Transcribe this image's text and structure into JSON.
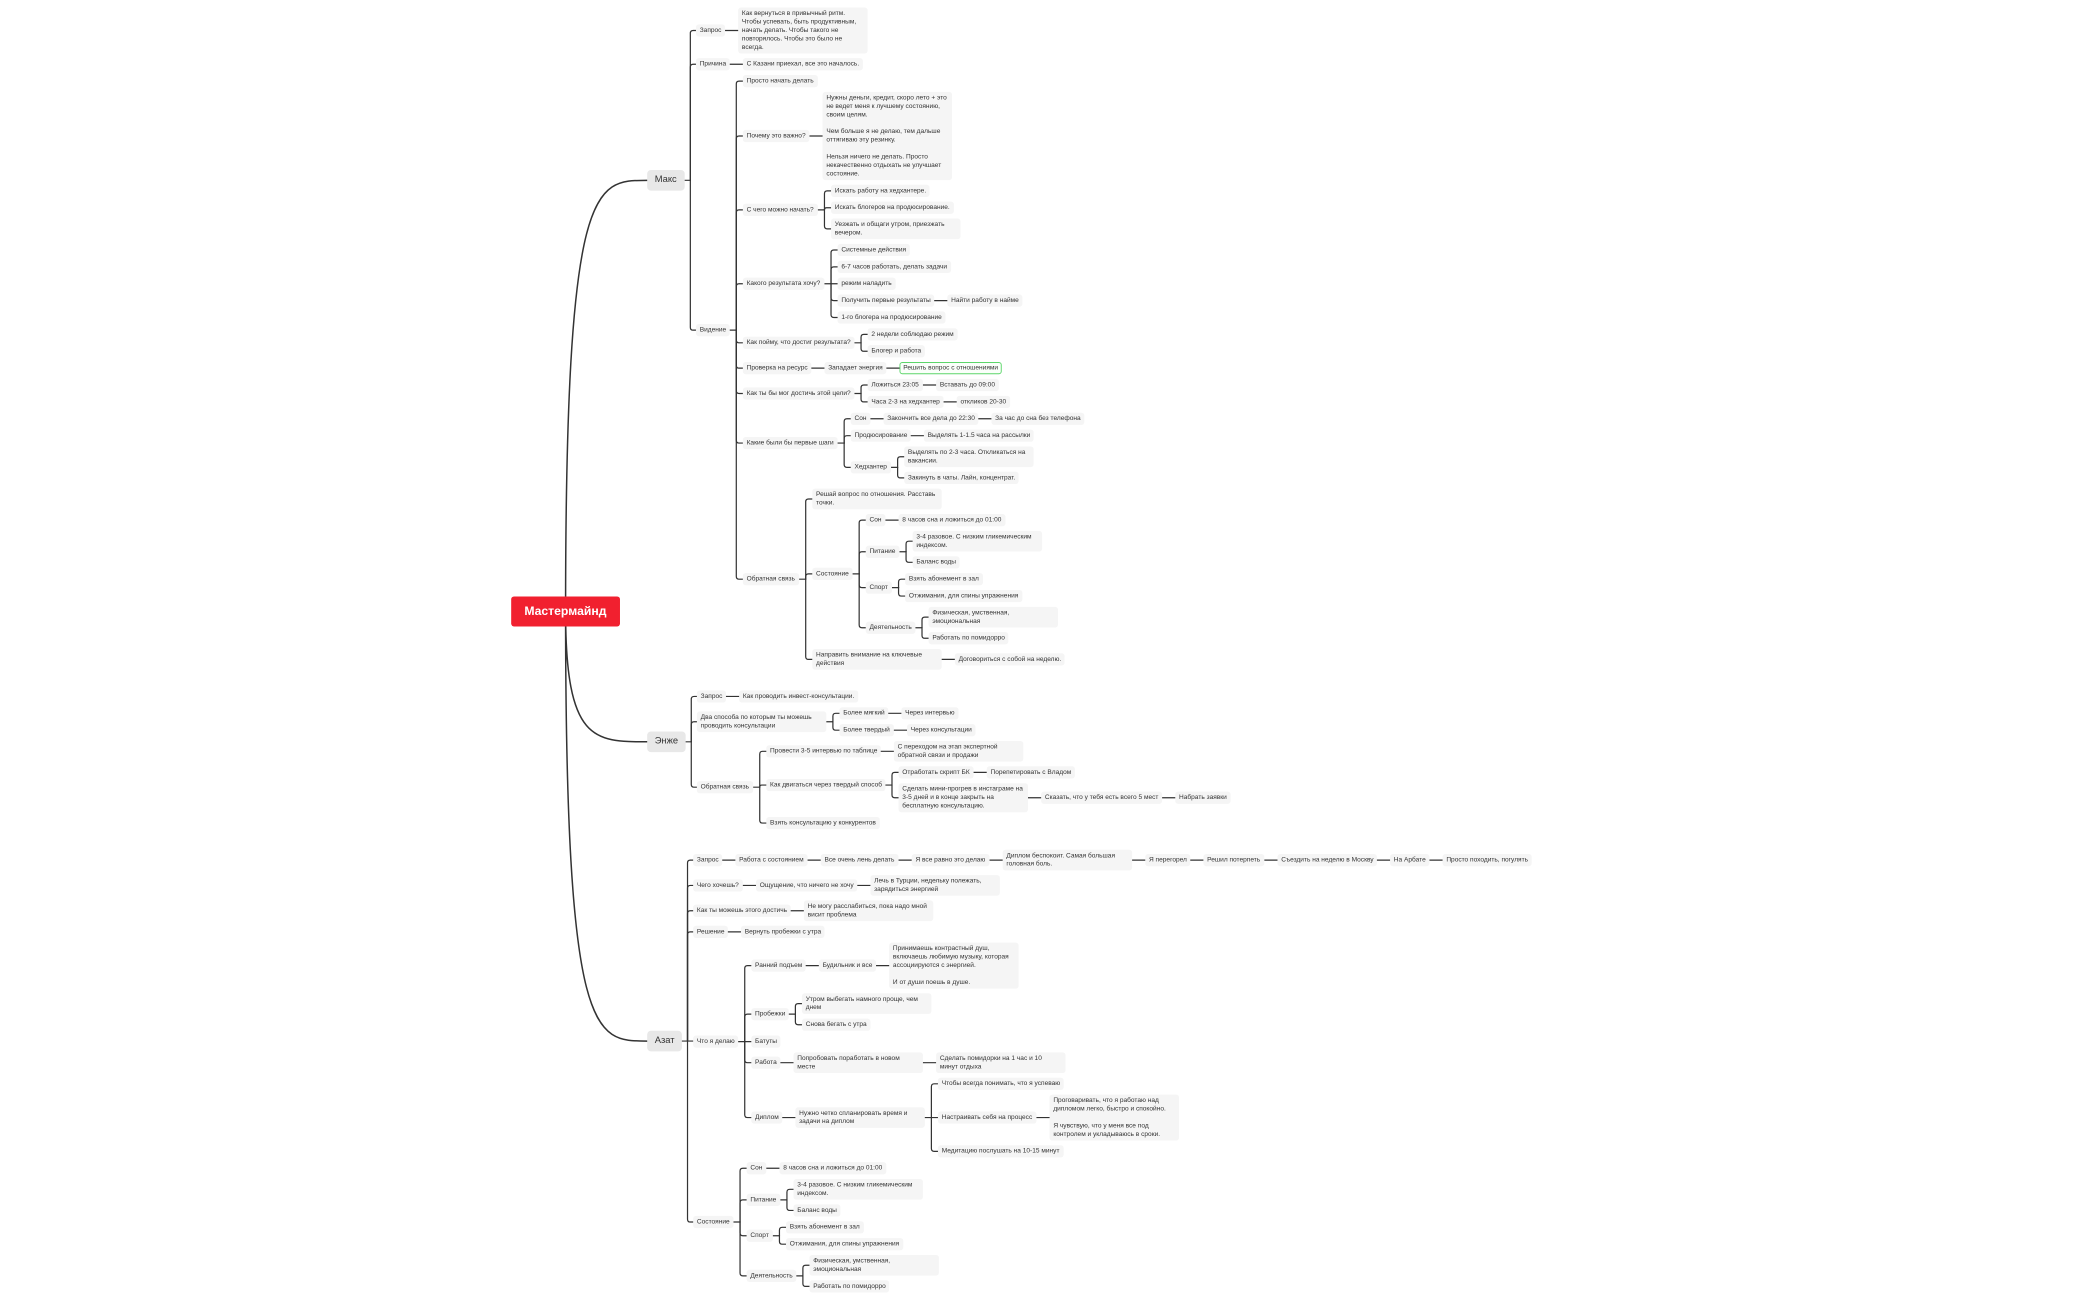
{
  "colors": {
    "root": "#f1202f",
    "branch_bg": "#e8e8e8",
    "node_bg": "#f5f5f5",
    "line": "#333333",
    "highlight_border": "#5cd66a"
  },
  "root": {
    "text": "Мастермайнд",
    "children": [
      {
        "text": "Макс",
        "children": [
          {
            "text": "Запрос",
            "children": [
              {
                "text": "Как вернуться в привычный ритм. Чтобы успевать, быть продуктивным, начать делать. Чтобы такого не повторялось. Чтобы это было не всегда."
              }
            ]
          },
          {
            "text": "Причина",
            "children": [
              {
                "text": "С Казани приехал, все это началось."
              }
            ]
          },
          {
            "text": "Видение",
            "children": [
              {
                "text": "Просто начать делать"
              },
              {
                "text": "Почему это важно?",
                "children": [
                  {
                    "text": "Нужны деньги, кредит, скоро лето + это не ведет меня к лучшему состоянию, своим целям.\n\nЧем больше я не делаю, тем дальше оттягиваю эту резинку.\n\nНельзя ничего не делать. Просто некачественно отдыхать не улучшает состояние."
                  }
                ]
              },
              {
                "text": "С чего можно начать?",
                "children": [
                  {
                    "text": "Искать работу на хедхантере."
                  },
                  {
                    "text": "Искать блогеров на продюсирование."
                  },
                  {
                    "text": "Уезжать и общаги утром, приезжать вечером."
                  }
                ]
              },
              {
                "text": "Какого результата хочу?",
                "children": [
                  {
                    "text": "Системные действия"
                  },
                  {
                    "text": "6-7 часов работать, делать задачи"
                  },
                  {
                    "text": "режим наладить"
                  },
                  {
                    "text": "Получить первые результаты",
                    "children": [
                      {
                        "text": "Найти работу в найме"
                      }
                    ]
                  },
                  {
                    "text": "1-го блогера на продюсирование"
                  }
                ]
              },
              {
                "text": "Как пойму, что достиг результата?",
                "children": [
                  {
                    "text": "2 недели соблюдаю режим"
                  },
                  {
                    "text": "Блогер и работа"
                  }
                ]
              },
              {
                "text": "Проверка на ресурс",
                "children": [
                  {
                    "text": "Западает энергия",
                    "children": [
                      {
                        "text": "Решить вопрос с отношениями",
                        "highlight": true
                      }
                    ]
                  }
                ]
              },
              {
                "text": "Как ты бы мог достичь этой цели?",
                "children": [
                  {
                    "text": "Ложиться 23:05",
                    "children": [
                      {
                        "text": "Вставать до 09:00"
                      }
                    ]
                  },
                  {
                    "text": "Часа 2-3 на хедхантер",
                    "children": [
                      {
                        "text": "откликов 20-30"
                      }
                    ]
                  }
                ]
              },
              {
                "text": "Какие были бы первые шаги",
                "children": [
                  {
                    "text": "Сон",
                    "children": [
                      {
                        "text": "Закончить все дела до 22:30",
                        "children": [
                          {
                            "text": "За час до сна без телефона"
                          }
                        ]
                      }
                    ]
                  },
                  {
                    "text": "Продюсирование",
                    "children": [
                      {
                        "text": "Выделять 1-1.5 часа на рассылки"
                      }
                    ]
                  },
                  {
                    "text": "Хедхантер",
                    "children": [
                      {
                        "text": "Выделять по 2-3 часа. Откликаться на вакансии."
                      },
                      {
                        "text": "Закинуть в чаты. Лайн, концентрат."
                      }
                    ]
                  }
                ]
              },
              {
                "text": "Обратная связь",
                "children": [
                  {
                    "text": "Решай вопрос по отношения. Расставь точки."
                  },
                  {
                    "text": "Состояние",
                    "children": [
                      {
                        "text": "Сон",
                        "children": [
                          {
                            "text": "8 часов сна и ложиться до 01:00"
                          }
                        ]
                      },
                      {
                        "text": "Питание",
                        "children": [
                          {
                            "text": "3-4 разовое. С низким гликемическим индексом."
                          },
                          {
                            "text": "Баланс воды"
                          }
                        ]
                      },
                      {
                        "text": "Спорт",
                        "children": [
                          {
                            "text": "Взять абонемент в зал"
                          },
                          {
                            "text": "Отжимания, для спины упражнения"
                          }
                        ]
                      },
                      {
                        "text": "Деятельность",
                        "children": [
                          {
                            "text": "Физическая, умственная, эмоциональная"
                          },
                          {
                            "text": "Работать по помидорро"
                          }
                        ]
                      }
                    ]
                  },
                  {
                    "text": "Направить внимание на ключевые действия",
                    "children": [
                      {
                        "text": "Договориться с собой на неделю."
                      }
                    ]
                  }
                ]
              }
            ]
          }
        ]
      },
      {
        "text": "Энже",
        "children": [
          {
            "text": "Запрос",
            "children": [
              {
                "text": "Как проводить инвест-консультации."
              }
            ]
          },
          {
            "text": "Два способа по которым ты можешь проводить консультации",
            "children": [
              {
                "text": "Более мягкий",
                "children": [
                  {
                    "text": "Через интервью"
                  }
                ]
              },
              {
                "text": "Более твердый",
                "children": [
                  {
                    "text": "Через консультации"
                  }
                ]
              }
            ]
          },
          {
            "text": "Обратная связь",
            "children": [
              {
                "text": "Провести 3-5 интервью по таблице",
                "children": [
                  {
                    "text": "С переходом на этап экспертной обратной связи и продажи"
                  }
                ]
              },
              {
                "text": "Как двигаться через твердый способ",
                "children": [
                  {
                    "text": "Отработать скрипт БК",
                    "children": [
                      {
                        "text": "Порепетировать с Владом"
                      }
                    ]
                  },
                  {
                    "text": "Сделать мини-прогрев в инстаграме на 3-5 дней и в конце закрыть на бесплатную консультацию.",
                    "children": [
                      {
                        "text": "Сказать, что у тебя есть всего 5 мест",
                        "children": [
                          {
                            "text": "Набрать заявки"
                          }
                        ]
                      }
                    ]
                  }
                ]
              },
              {
                "text": "Взять консультацию у конкурентов"
              }
            ]
          }
        ]
      },
      {
        "text": "Азат",
        "children": [
          {
            "text": "Запрос",
            "children": [
              {
                "text": "Работа с состоянием",
                "children": [
                  {
                    "text": "Все очень лень делать",
                    "children": [
                      {
                        "text": "Я все равно это делаю",
                        "children": [
                          {
                            "text": "Диплом беспокоит. Самая большая головная боль.",
                            "children": [
                              {
                                "text": "Я перегорел",
                                "children": [
                                  {
                                    "text": "Решил потерпеть",
                                    "children": [
                                      {
                                        "text": "Съездить на неделю в Москву",
                                        "children": [
                                          {
                                            "text": "На Арбате",
                                            "children": [
                                              {
                                                "text": "Просто походить, погулять"
                                              }
                                            ]
                                          }
                                        ]
                                      }
                                    ]
                                  }
                                ]
                              }
                            ]
                          }
                        ]
                      }
                    ]
                  }
                ]
              }
            ]
          },
          {
            "text": "Чего хочешь?",
            "children": [
              {
                "text": "Ощущение, что ничего не хочу",
                "children": [
                  {
                    "text": "Лечь в Турции, недельку полежать, зарядиться энергией"
                  }
                ]
              }
            ]
          },
          {
            "text": "Как ты можешь этого достичь",
            "children": [
              {
                "text": "Не могу расслабиться, пока надо мной висит проблема"
              }
            ]
          },
          {
            "text": "Решение",
            "children": [
              {
                "text": "Вернуть пробежки с утра"
              }
            ]
          },
          {
            "text": "Что я делаю",
            "children": [
              {
                "text": "Ранний подъем",
                "children": [
                  {
                    "text": "Будильник и все",
                    "children": [
                      {
                        "text": "Принимаешь контрастный душ, включаешь любимую музыку, которая ассоциируются с энергией.\n\nИ от души поешь в душе."
                      }
                    ]
                  }
                ]
              },
              {
                "text": "Пробежки",
                "children": [
                  {
                    "text": "Утром выбегать намного проще, чем днем"
                  },
                  {
                    "text": "Снова бегать с утра"
                  }
                ]
              },
              {
                "text": "Батуты"
              },
              {
                "text": "Работа",
                "children": [
                  {
                    "text": "Попробовать поработать в новом месте",
                    "children": [
                      {
                        "text": "Сделать помидорки на 1 час и 10 минут отдыха"
                      }
                    ]
                  }
                ]
              },
              {
                "text": "Диплом",
                "children": [
                  {
                    "text": "Нужно четко спланировать время и задачи на диплом",
                    "children": [
                      {
                        "text": "Чтобы всегда понимать, что я успеваю"
                      },
                      {
                        "text": "Настраивать себя на процесс",
                        "children": [
                          {
                            "text": "Проговаривать, что я работаю над дипломом легко, быстро и спокойно.\n\nЯ чувствую, что у меня все под контролем и укладываюсь в сроки."
                          }
                        ]
                      },
                      {
                        "text": "Медитацию послушать на 10-15 минут"
                      }
                    ]
                  }
                ]
              }
            ]
          },
          {
            "text": "Состояние",
            "children": [
              {
                "text": "Сон",
                "children": [
                  {
                    "text": "8 часов сна и ложиться до 01:00"
                  }
                ]
              },
              {
                "text": "Питание",
                "children": [
                  {
                    "text": "3-4 разовое. С низким гликемическим индексом."
                  },
                  {
                    "text": "Баланс воды"
                  }
                ]
              },
              {
                "text": "Спорт",
                "children": [
                  {
                    "text": "Взять абонемент в зал"
                  },
                  {
                    "text": "Отжимания, для спины упражнения"
                  }
                ]
              },
              {
                "text": "Деятельность",
                "children": [
                  {
                    "text": "Физическая, умственная, эмоциональная"
                  },
                  {
                    "text": "Работать по помидорро"
                  }
                ]
              }
            ]
          }
        ]
      }
    ]
  }
}
